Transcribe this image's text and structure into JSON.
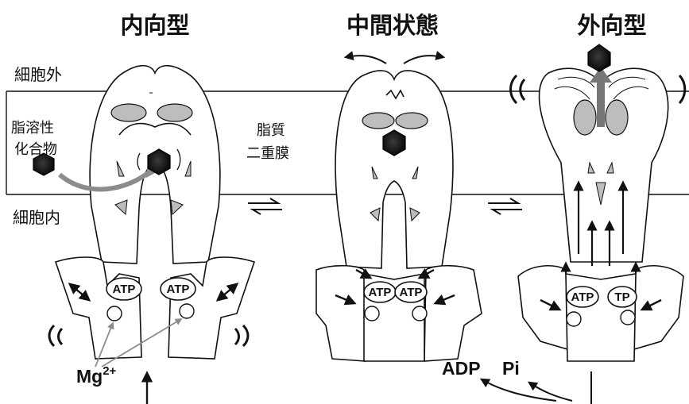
{
  "titles": {
    "inward": "内向型",
    "intermediate": "中間状態",
    "outward": "外向型"
  },
  "regions": {
    "extracellular": "細胞外",
    "intracellular": "細胞内",
    "membrane": [
      "脂質",
      "二重膜"
    ]
  },
  "substrate": [
    "脂溶性",
    "化合物"
  ],
  "atp": {
    "inward_left": "ATP",
    "inward_right": "ATP",
    "mid_left": "ATP",
    "mid_right": "ATP",
    "out_left": "ATP",
    "out_right": "TP"
  },
  "mg": {
    "base": "Mg",
    "sup": "2+"
  },
  "products": {
    "adp": "ADP",
    "pi": "Pi"
  },
  "colors": {
    "outline": "#111111",
    "membrane_grey": "#bdbdbd",
    "arrow_grey": "#8c8c8c",
    "substrate_dark": "#141414"
  }
}
